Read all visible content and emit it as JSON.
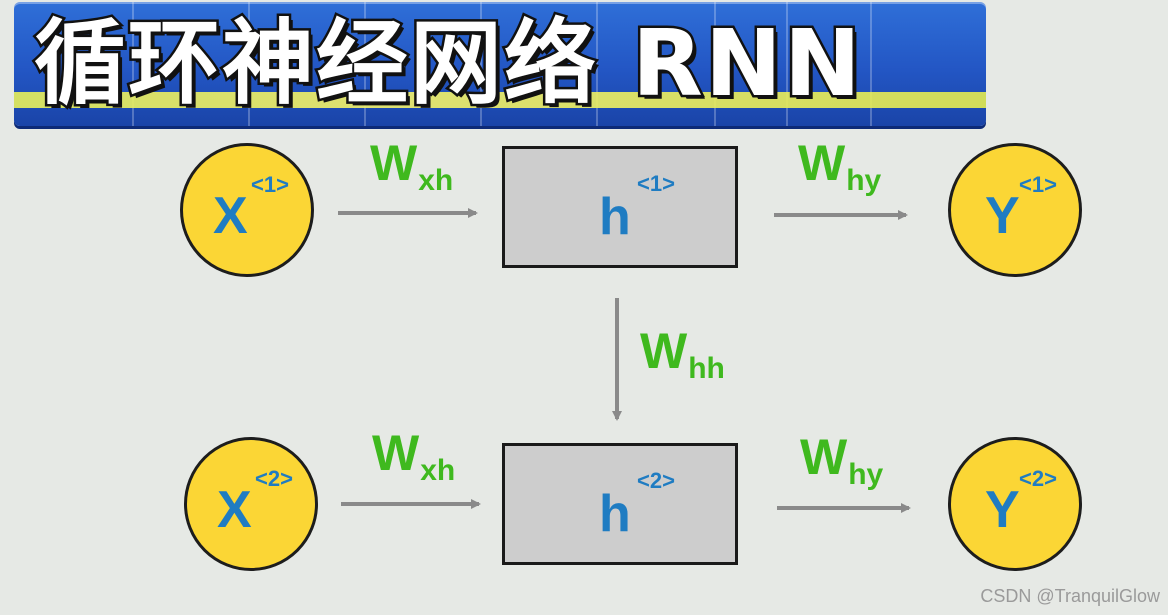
{
  "title": "循环神经网络 RNN",
  "steps": [
    {
      "x_symbol": "X",
      "x_index": "<1>",
      "h_symbol": "h",
      "h_index": "<1>",
      "y_symbol": "Y",
      "y_index": "<1>"
    },
    {
      "x_symbol": "X",
      "x_index": "<2>",
      "h_symbol": "h",
      "h_index": "<2>",
      "y_symbol": "Y",
      "y_index": "<2>"
    }
  ],
  "weights": {
    "w": "W",
    "xh_sub": "xh",
    "hy_sub": "hy",
    "hh_sub": "hh"
  },
  "colors": {
    "title_band": "#2356c4",
    "node_fill": "#fbd635",
    "symbol_text": "#1f7cc2",
    "weight_text": "#3fb91e",
    "box_fill": "#cdcdcd",
    "arrow": "#8a8a8a"
  },
  "watermark": "CSDN @TranquilGlow"
}
